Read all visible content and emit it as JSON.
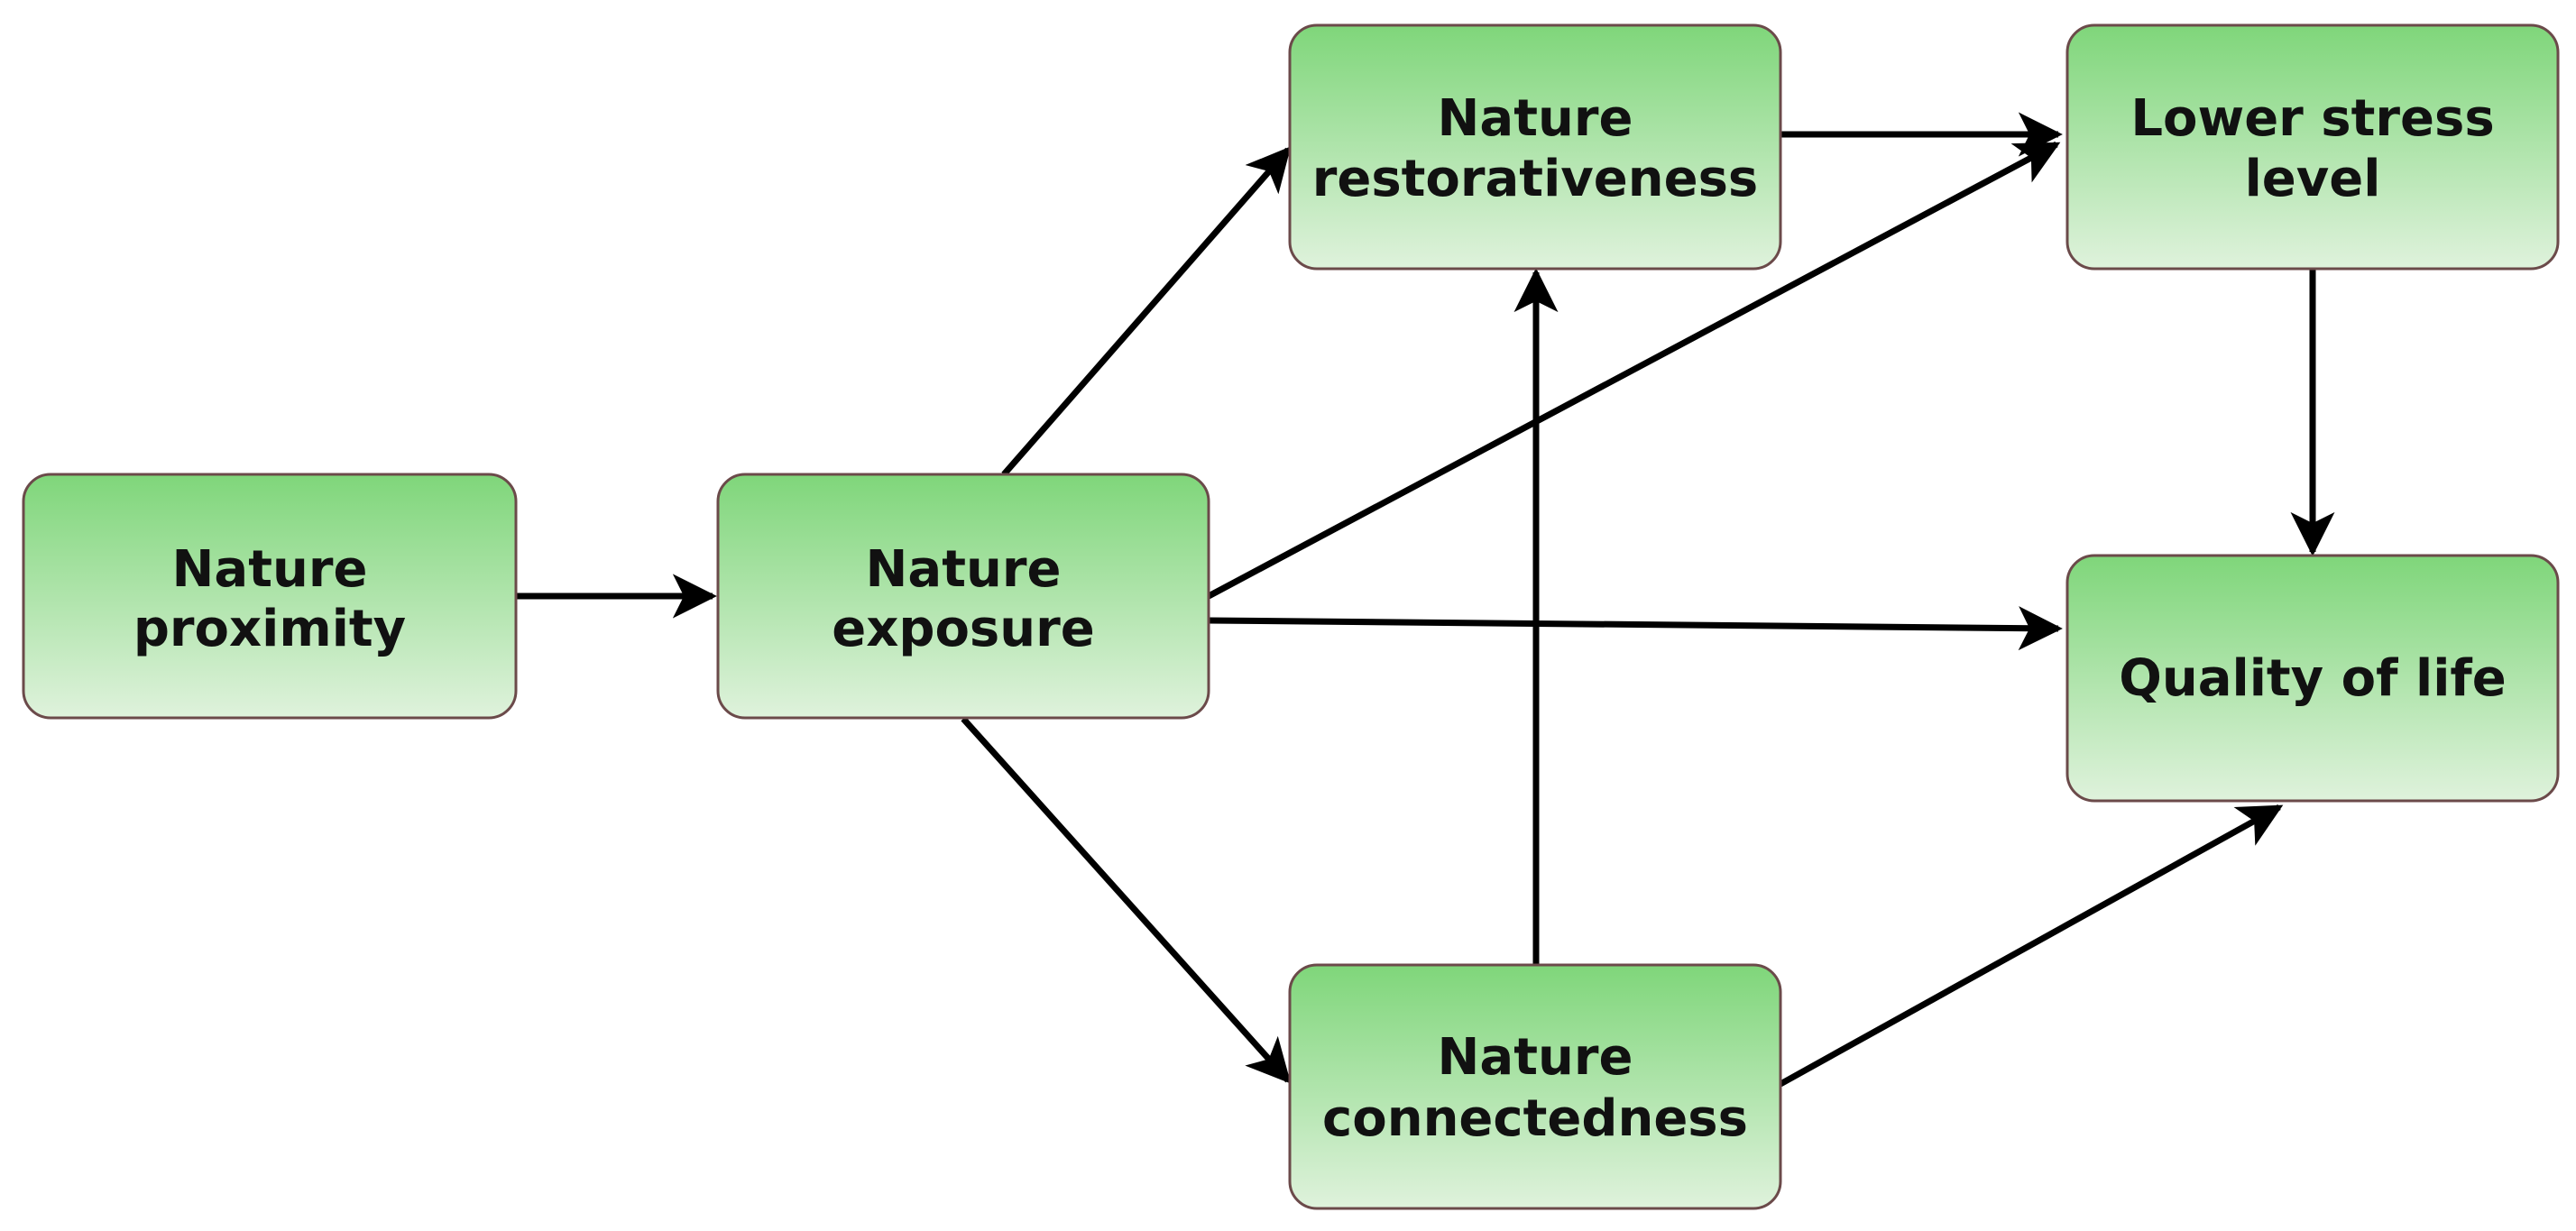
{
  "nodes": [
    {
      "id": "proximity",
      "lines": [
        "Nature",
        "proximity"
      ]
    },
    {
      "id": "exposure",
      "lines": [
        "Nature",
        "exposure"
      ]
    },
    {
      "id": "restorativeness",
      "lines": [
        "Nature",
        "restorativeness"
      ]
    },
    {
      "id": "connectedness",
      "lines": [
        "Nature",
        "connectedness"
      ]
    },
    {
      "id": "stress",
      "lines": [
        "Lower stress",
        "level"
      ]
    },
    {
      "id": "quality",
      "lines": [
        "Quality of life"
      ]
    }
  ],
  "edges": [
    {
      "from": "proximity",
      "to": "exposure"
    },
    {
      "from": "exposure",
      "to": "restorativeness"
    },
    {
      "from": "exposure",
      "to": "stress"
    },
    {
      "from": "exposure",
      "to": "quality"
    },
    {
      "from": "exposure",
      "to": "connectedness"
    },
    {
      "from": "restorativeness",
      "to": "stress"
    },
    {
      "from": "connectedness",
      "to": "restorativeness"
    },
    {
      "from": "connectedness",
      "to": "quality"
    },
    {
      "from": "stress",
      "to": "quality"
    }
  ],
  "colors": {
    "node_fill_top": "#7fd67a",
    "node_fill_bottom": "#dff2dc",
    "node_border": "#6b4a4a",
    "edge": "#000000",
    "text": "#111111"
  }
}
